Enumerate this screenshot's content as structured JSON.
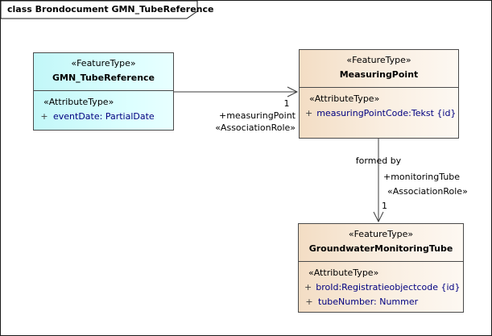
{
  "frame": {
    "title": "class Brondocument GMN_TubeReference"
  },
  "classes": {
    "gmnTubeReference": {
      "stereotype": "«FeatureType»",
      "name": "GMN_TubeReference",
      "attrHeading": "«AttributeType»",
      "attributes": [
        {
          "vis": "+",
          "text": "eventDate: PartialDate"
        }
      ]
    },
    "measuringPoint": {
      "stereotype": "«FeatureType»",
      "name": "MeasuringPoint",
      "attrHeading": "«AttributeType»",
      "attributes": [
        {
          "vis": "+",
          "text": "measuringPointCode:Tekst {id}"
        }
      ]
    },
    "groundwaterMonitoringTube": {
      "stereotype": "«FeatureType»",
      "name": "GroundwaterMonitoringTube",
      "attrHeading": "«AttributeType»",
      "attributes": [
        {
          "vis": "+",
          "text": "broId:Registratieobjectcode {id}"
        },
        {
          "vis": "+",
          "text": "tubeNumber: Nummer"
        }
      ]
    }
  },
  "associations": {
    "measuringPoint": {
      "multiplicity": "1",
      "role": "+measuringPoint",
      "stereotype": "«AssociationRole»"
    },
    "monitoringTube": {
      "name": "formed by",
      "role": "+monitoringTube",
      "stereotype": "«AssociationRole»",
      "multiplicity": "1"
    }
  },
  "colors": {
    "featureTypeCyan": "#CCFFFF",
    "featureTypeTan": "#F6E3CD",
    "attributeText": "#000080",
    "border": "#4A4A4A"
  }
}
